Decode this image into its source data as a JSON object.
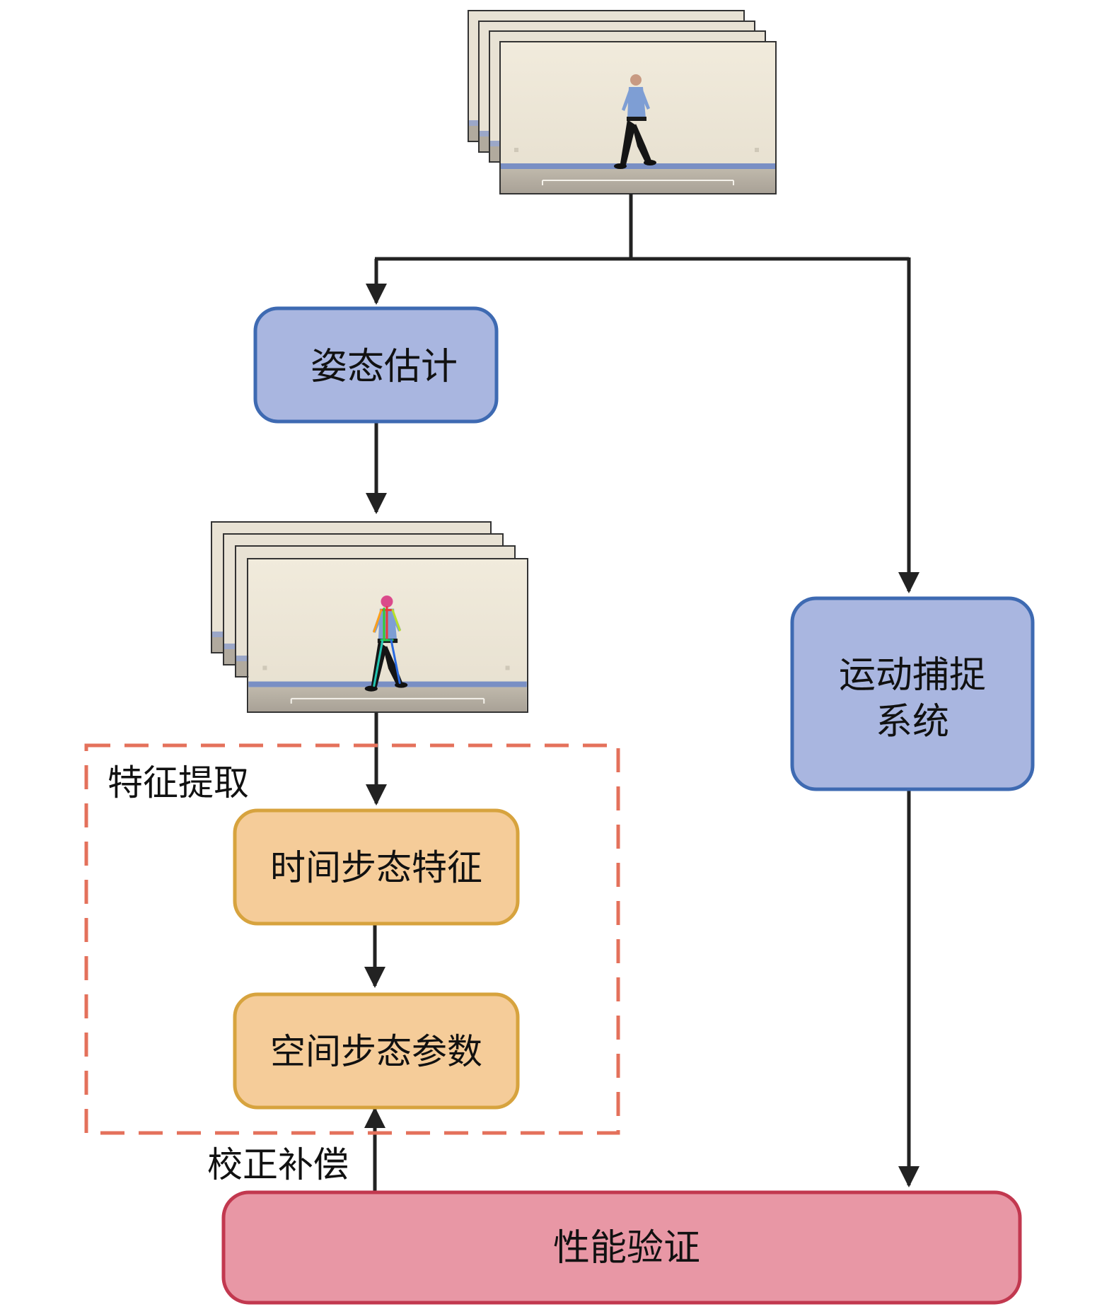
{
  "nodes": {
    "pose_estimation": "姿态估计",
    "motion_capture_line1": "运动捕捉",
    "motion_capture_line2": "系统",
    "temporal_features": "时间步态特征",
    "spatial_params": "空间步态参数",
    "validation": "性能验证"
  },
  "labels": {
    "feature_extraction": "特征提取",
    "correction": "校正补偿"
  },
  "colors": {
    "blue_fill": "#a9b6e0",
    "blue_stroke": "#3e6ab2",
    "orange_fill": "#f5cc99",
    "orange_stroke": "#d7a33e",
    "pink_fill": "#e897a5",
    "pink_stroke": "#c2384f",
    "dashed_stroke": "#e4715b",
    "arrow": "#222222",
    "wall": "#ede6d8",
    "floor": "#b9b2a6",
    "floor_line": "#6d86c2"
  },
  "icons": [
    "walking-person-video-frames",
    "skeleton-overlay-video-frames"
  ]
}
